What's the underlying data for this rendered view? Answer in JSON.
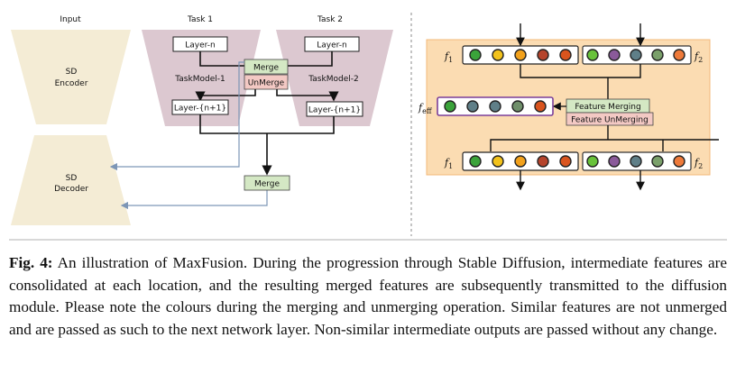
{
  "left_diagram": {
    "input_label": "Input",
    "task1_label": "Task 1",
    "task2_label": "Task 2",
    "encoder_label_1": "SD",
    "encoder_label_2": "Encoder",
    "decoder_label_1": "SD",
    "decoder_label_2": "Decoder",
    "layer_n_1": "Layer-n",
    "layer_n_2": "Layer-n",
    "layer_n1_1": "Layer-{n+1}",
    "layer_n1_2": "Layer-{n+1}",
    "taskmodel_1": "TaskModel-1",
    "taskmodel_2": "TaskModel-2",
    "merge_label": "Merge",
    "unmerge_label": "UnMerge",
    "merge_bottom_label": "Merge"
  },
  "right_diagram": {
    "f1_top": "f",
    "f1_top_sub": "1",
    "f2_top": "f",
    "f2_top_sub": "2",
    "feff": "f",
    "feff_sub": "eff",
    "f1_bottom": "f",
    "f1_bottom_sub": "1",
    "f2_bottom": "f",
    "f2_bottom_sub": "2",
    "feature_merging": "Feature Merging",
    "feature_unmerging": "Feature UnMerging",
    "f1_top_colors": [
      "#3aa33a",
      "#f2c21b",
      "#f2a11b",
      "#b5442c",
      "#d9541e"
    ],
    "f2_top_colors": [
      "#68c23a",
      "#8a5a9a",
      "#5f7f88",
      "#7aa06a",
      "#ee7a3a"
    ],
    "feff_colors": [
      "#3aa33a",
      "#5f7f88",
      "#5f7f88",
      "#6f8f6a",
      "#d9541e"
    ],
    "f1_bottom_colors": [
      "#3aa33a",
      "#f2c21b",
      "#f2a11b",
      "#b5442c",
      "#d9541e"
    ],
    "f2_bottom_colors": [
      "#68c23a",
      "#8a5a9a",
      "#5f7f88",
      "#7aa06a",
      "#ee7a3a"
    ]
  },
  "caption": {
    "fig_label": "Fig. 4:",
    "text": " An illustration of MaxFusion. During the progression through Stable Diffusion, intermediate features are consolidated at each location, and the resulting merged features are subsequently transmitted to the diffusion module. Please note the colours during the merging and unmerging operation. Similar features are not unmerged and are passed as such to the next network layer. Non-similar intermediate outputs are passed without any change."
  }
}
